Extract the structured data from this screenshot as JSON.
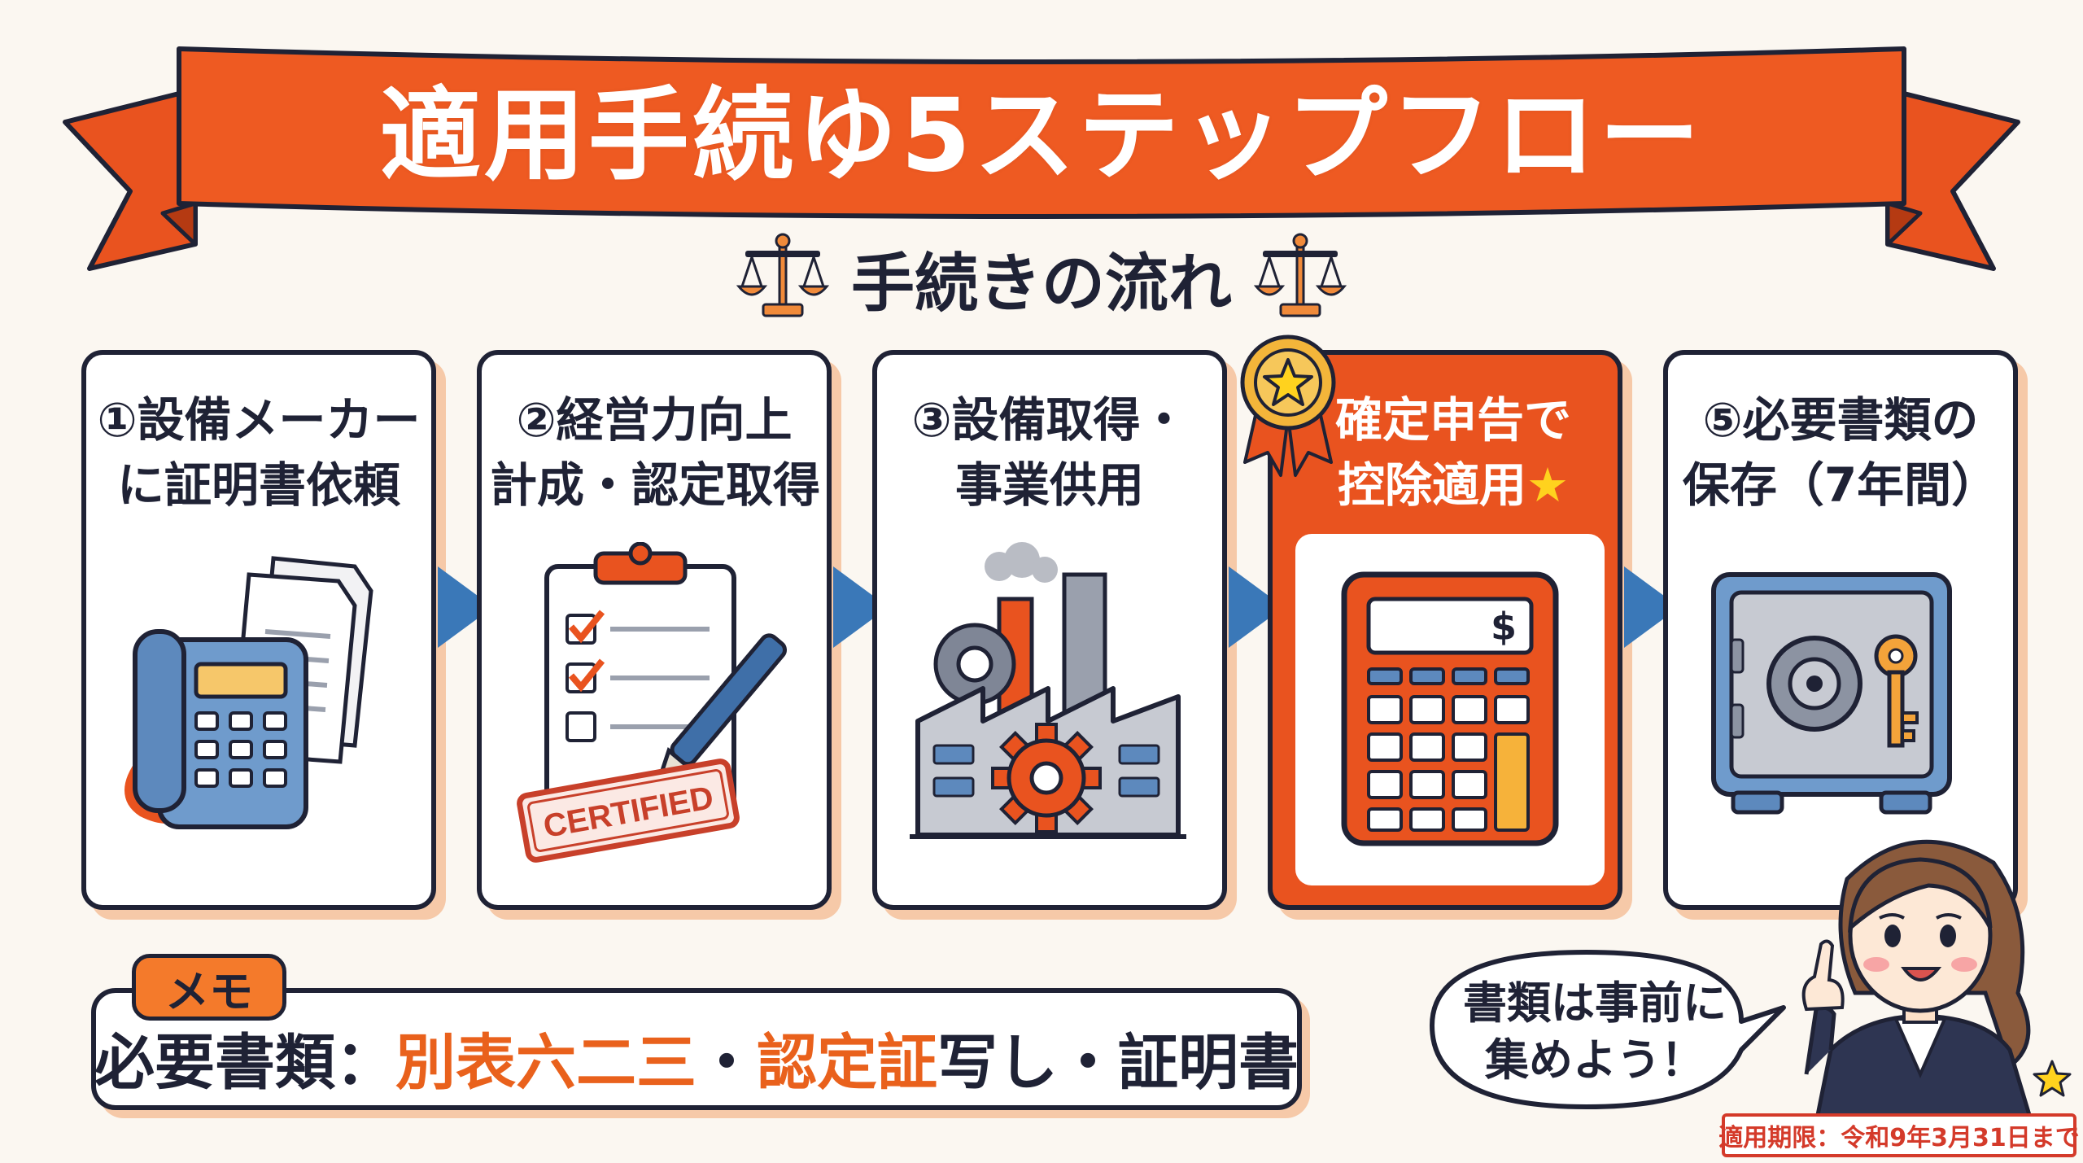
{
  "banner": {
    "title": "適用手続ゆ5ステップフロー"
  },
  "subtitle": "手続きの流れ",
  "steps": [
    {
      "line1": "①設備メーカー",
      "line2": "に証明書依頼"
    },
    {
      "line1": "②経営力向上",
      "line2": "計成・認定取得"
    },
    {
      "line1": "③設備取得・",
      "line2": "事業供用"
    },
    {
      "line1": "確定申告で",
      "line2": "控除適用",
      "star": "★"
    },
    {
      "line1": "⑤必要書類の",
      "line2": "保存（7年間）"
    }
  ],
  "art": {
    "stamp_text": "CERTIFIED",
    "calculator_symbol": "$"
  },
  "memo": {
    "tag": "メモ",
    "label": "必要書類：",
    "item1": "別表六二三",
    "sep1": "・",
    "item2": "認定証",
    "rest": "写し・証明書"
  },
  "speech": {
    "line1": "書類は事前に",
    "line2": "集めよう！"
  },
  "deadline": "適用期限：令和9年3月31日まで",
  "colors": {
    "accent_orange": "#e9531f",
    "navy": "#1f2235",
    "arrow_blue": "#3a78b8",
    "shadow_peach": "#f6c9a8",
    "deadline_red": "#d43a2a"
  }
}
